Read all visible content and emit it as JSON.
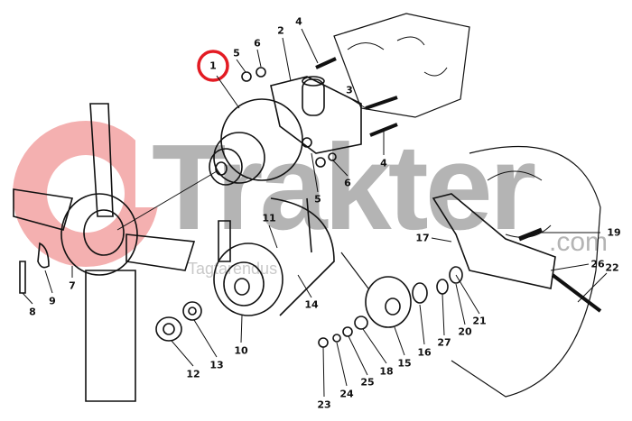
{
  "watermark": {
    "brand": "Trakter",
    "suffix": ".com",
    "tagline": "Tagtarendus",
    "logo_color": "#f2a0a0"
  },
  "highlight_color": "#e31b23",
  "labels": {
    "p1": "1",
    "p2": "2",
    "p3": "3",
    "p4a": "4",
    "p4b": "4",
    "p5a": "5",
    "p5b": "5",
    "p6a": "6",
    "p6b": "6",
    "p7": "7",
    "p8": "8",
    "p9": "9",
    "p10": "10",
    "p11": "11",
    "p12": "12",
    "p13": "13",
    "p14": "14",
    "p15": "15",
    "p16": "16",
    "p17": "17",
    "p18": "18",
    "p19": "19",
    "p20": "20",
    "p21": "21",
    "p22": "22",
    "p23": "23",
    "p24": "24",
    "p25": "25",
    "p26": "26",
    "p27": "27"
  }
}
